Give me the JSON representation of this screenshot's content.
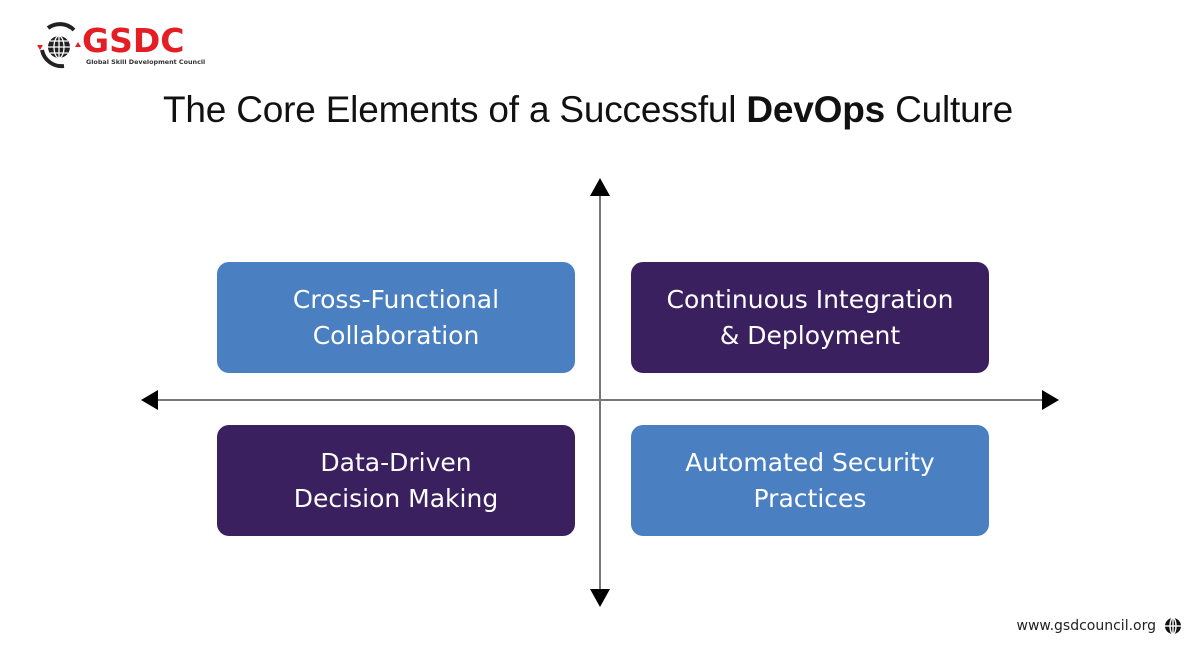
{
  "logo": {
    "brand": "GSDC",
    "tagline": "Global Skill Development Council",
    "icon": "globe-icon",
    "brand_color": "#e31e24"
  },
  "title": {
    "prefix": "The Core Elements of a Successful ",
    "emphasis": "DevOps",
    "suffix": " Culture"
  },
  "quadrants": [
    {
      "position": "top-left",
      "line1": "Cross-Functional",
      "line2": "Collaboration",
      "color": "#4a7fc1"
    },
    {
      "position": "top-right",
      "line1": "Continuous Integration",
      "line2": "& Deployment",
      "color": "#3b2060"
    },
    {
      "position": "bottom-left",
      "line1": "Data-Driven",
      "line2": "Decision Making",
      "color": "#3b2060"
    },
    {
      "position": "bottom-right",
      "line1": "Automated Security",
      "line2": "Practices",
      "color": "#4a7fc1"
    }
  ],
  "footer": {
    "url": "www.gsdcouncil.org",
    "icon": "globe-icon"
  }
}
